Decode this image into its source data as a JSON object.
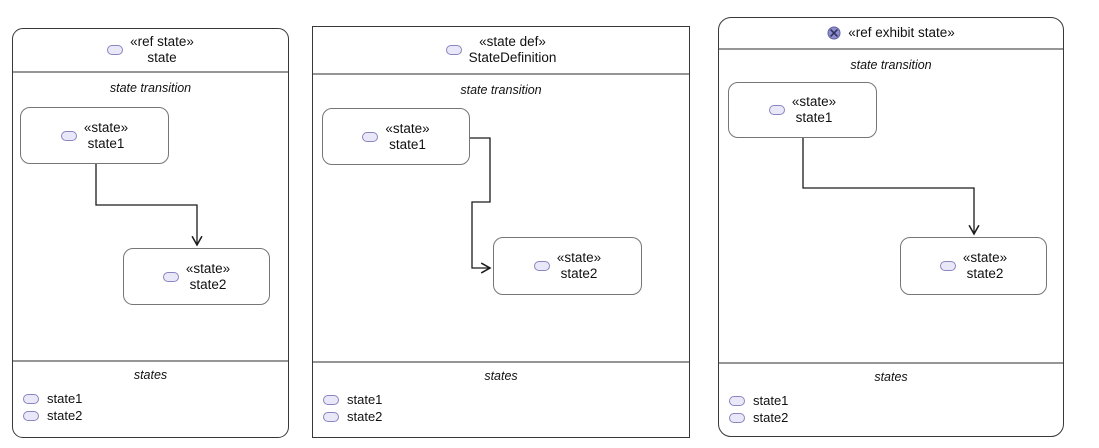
{
  "colors": {
    "panel_border": "#383838",
    "divider": "#969696",
    "node_border": "#767676",
    "connector": "#1a1a1a",
    "stadium_icon_fill": "#e9e8f8",
    "stadium_icon_border": "#8a84c0",
    "circle_icon_fill": "#8f8fd0",
    "circle_icon_cross": "#32325e",
    "text": "#111111",
    "background": "#ffffff"
  },
  "panels": [
    {
      "stereotype": "«ref state»",
      "name": "state",
      "transition_label": "state transition",
      "states_label": "states",
      "nodes": [
        {
          "stereotype": "«state»",
          "name": "state1"
        },
        {
          "stereotype": "«state»",
          "name": "state2"
        }
      ],
      "list": [
        {
          "label": "state1"
        },
        {
          "label": "state2"
        }
      ]
    },
    {
      "stereotype": "«state def»",
      "name": "StateDefinition",
      "transition_label": "state transition",
      "states_label": "states",
      "nodes": [
        {
          "stereotype": "«state»",
          "name": "state1"
        },
        {
          "stereotype": "«state»",
          "name": "state2"
        }
      ],
      "list": [
        {
          "label": "state1"
        },
        {
          "label": "state2"
        }
      ]
    },
    {
      "stereotype": "«ref exhibit state»",
      "transition_label": "state transition",
      "states_label": "states",
      "nodes": [
        {
          "stereotype": "«state»",
          "name": "state1"
        },
        {
          "stereotype": "«state»",
          "name": "state2"
        }
      ],
      "list": [
        {
          "label": "state1"
        },
        {
          "label": "state2"
        }
      ]
    }
  ]
}
